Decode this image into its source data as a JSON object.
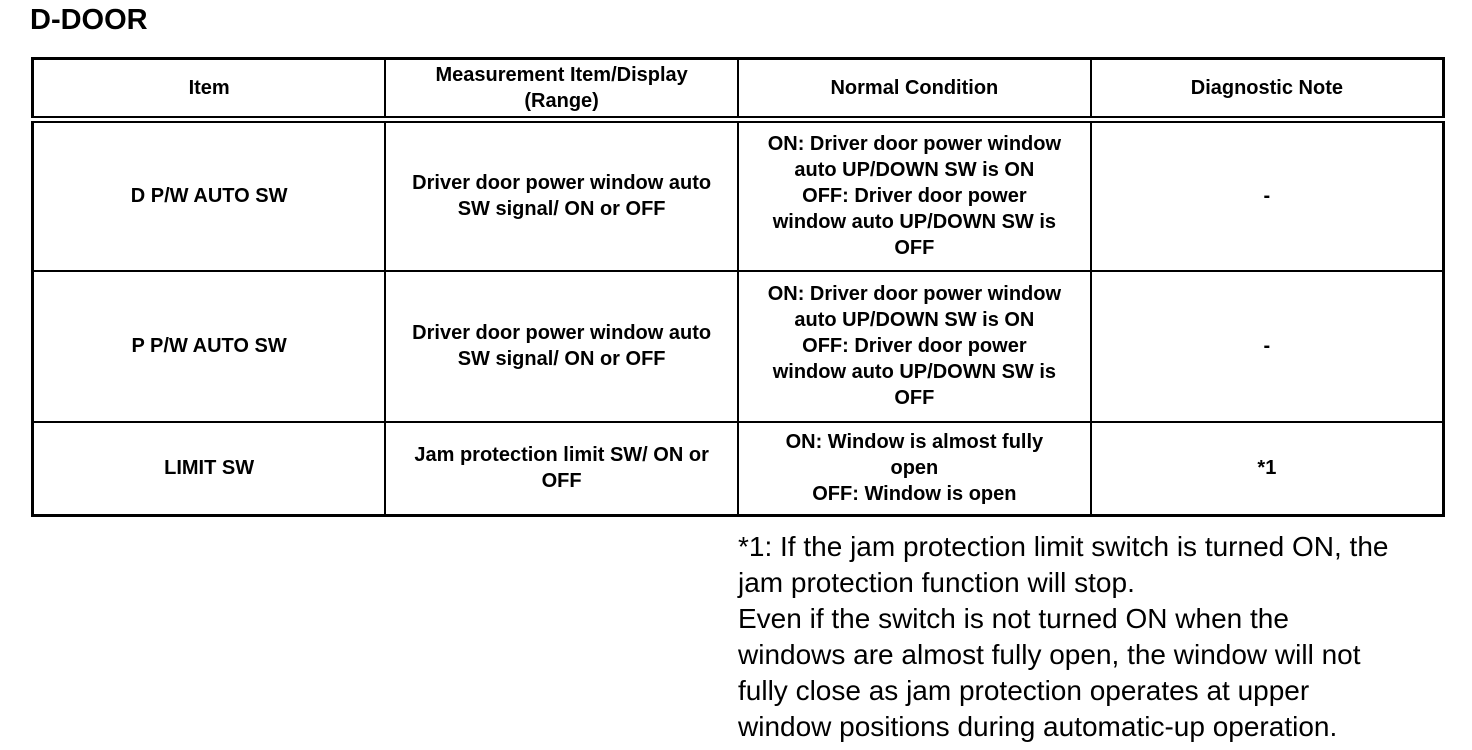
{
  "page": {
    "title": "D-DOOR"
  },
  "colors": {
    "ink": "#000000",
    "paper": "#ffffff",
    "border": "#000000"
  },
  "table": {
    "headers": [
      "Item",
      "Measurement Item/Display\n(Range)",
      "Normal Condition",
      "Diagnostic Note"
    ],
    "rows": [
      {
        "item": "D P/W AUTO SW",
        "measurement": "Driver door power window auto\nSW signal/ ON or OFF",
        "normal_condition": "ON: Driver door power window\nauto UP/DOWN SW is ON\nOFF: Driver door power\nwindow auto UP/DOWN SW is\nOFF",
        "diagnostic_note": "-"
      },
      {
        "item": "P P/W AUTO SW",
        "measurement": "Driver door power window auto\nSW signal/ ON or OFF",
        "normal_condition": "ON: Driver door power window\nauto UP/DOWN SW is ON\nOFF: Driver door power\nwindow auto UP/DOWN SW is\nOFF",
        "diagnostic_note": "-"
      },
      {
        "item": "LIMIT SW",
        "measurement": "Jam protection limit SW/ ON or\nOFF",
        "normal_condition": "ON: Window is almost fully\nopen\nOFF: Window is open",
        "diagnostic_note": "*1"
      }
    ]
  },
  "footnote": {
    "text": "*1: If the jam protection limit switch is turned ON, the\njam protection function will stop.\nEven if the switch is not turned ON when the\nwindows are almost fully open, the window will not\nfully close as jam protection operates at upper\nwindow positions during automatic-up operation."
  }
}
